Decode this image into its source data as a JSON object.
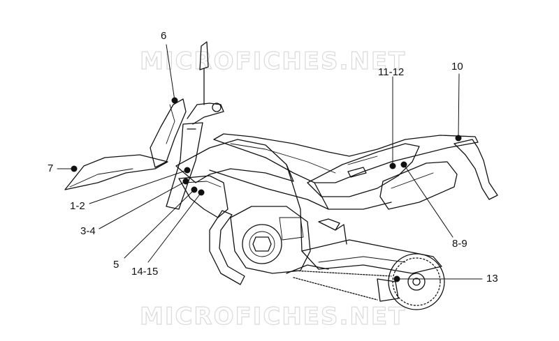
{
  "watermarks": {
    "top": "MICROFICHES.NET",
    "bottom": "MICROFICHES.NET"
  },
  "callouts": [
    {
      "id": "c6",
      "label": "6"
    },
    {
      "id": "c10",
      "label": "10"
    },
    {
      "id": "c11",
      "label": "11-12"
    },
    {
      "id": "c7",
      "label": "7"
    },
    {
      "id": "c12",
      "label": "1-2"
    },
    {
      "id": "c34",
      "label": "3-4"
    },
    {
      "id": "c5",
      "label": "5"
    },
    {
      "id": "c1415",
      "label": "14-15"
    },
    {
      "id": "c89",
      "label": "8-9"
    },
    {
      "id": "c13",
      "label": "13"
    }
  ]
}
